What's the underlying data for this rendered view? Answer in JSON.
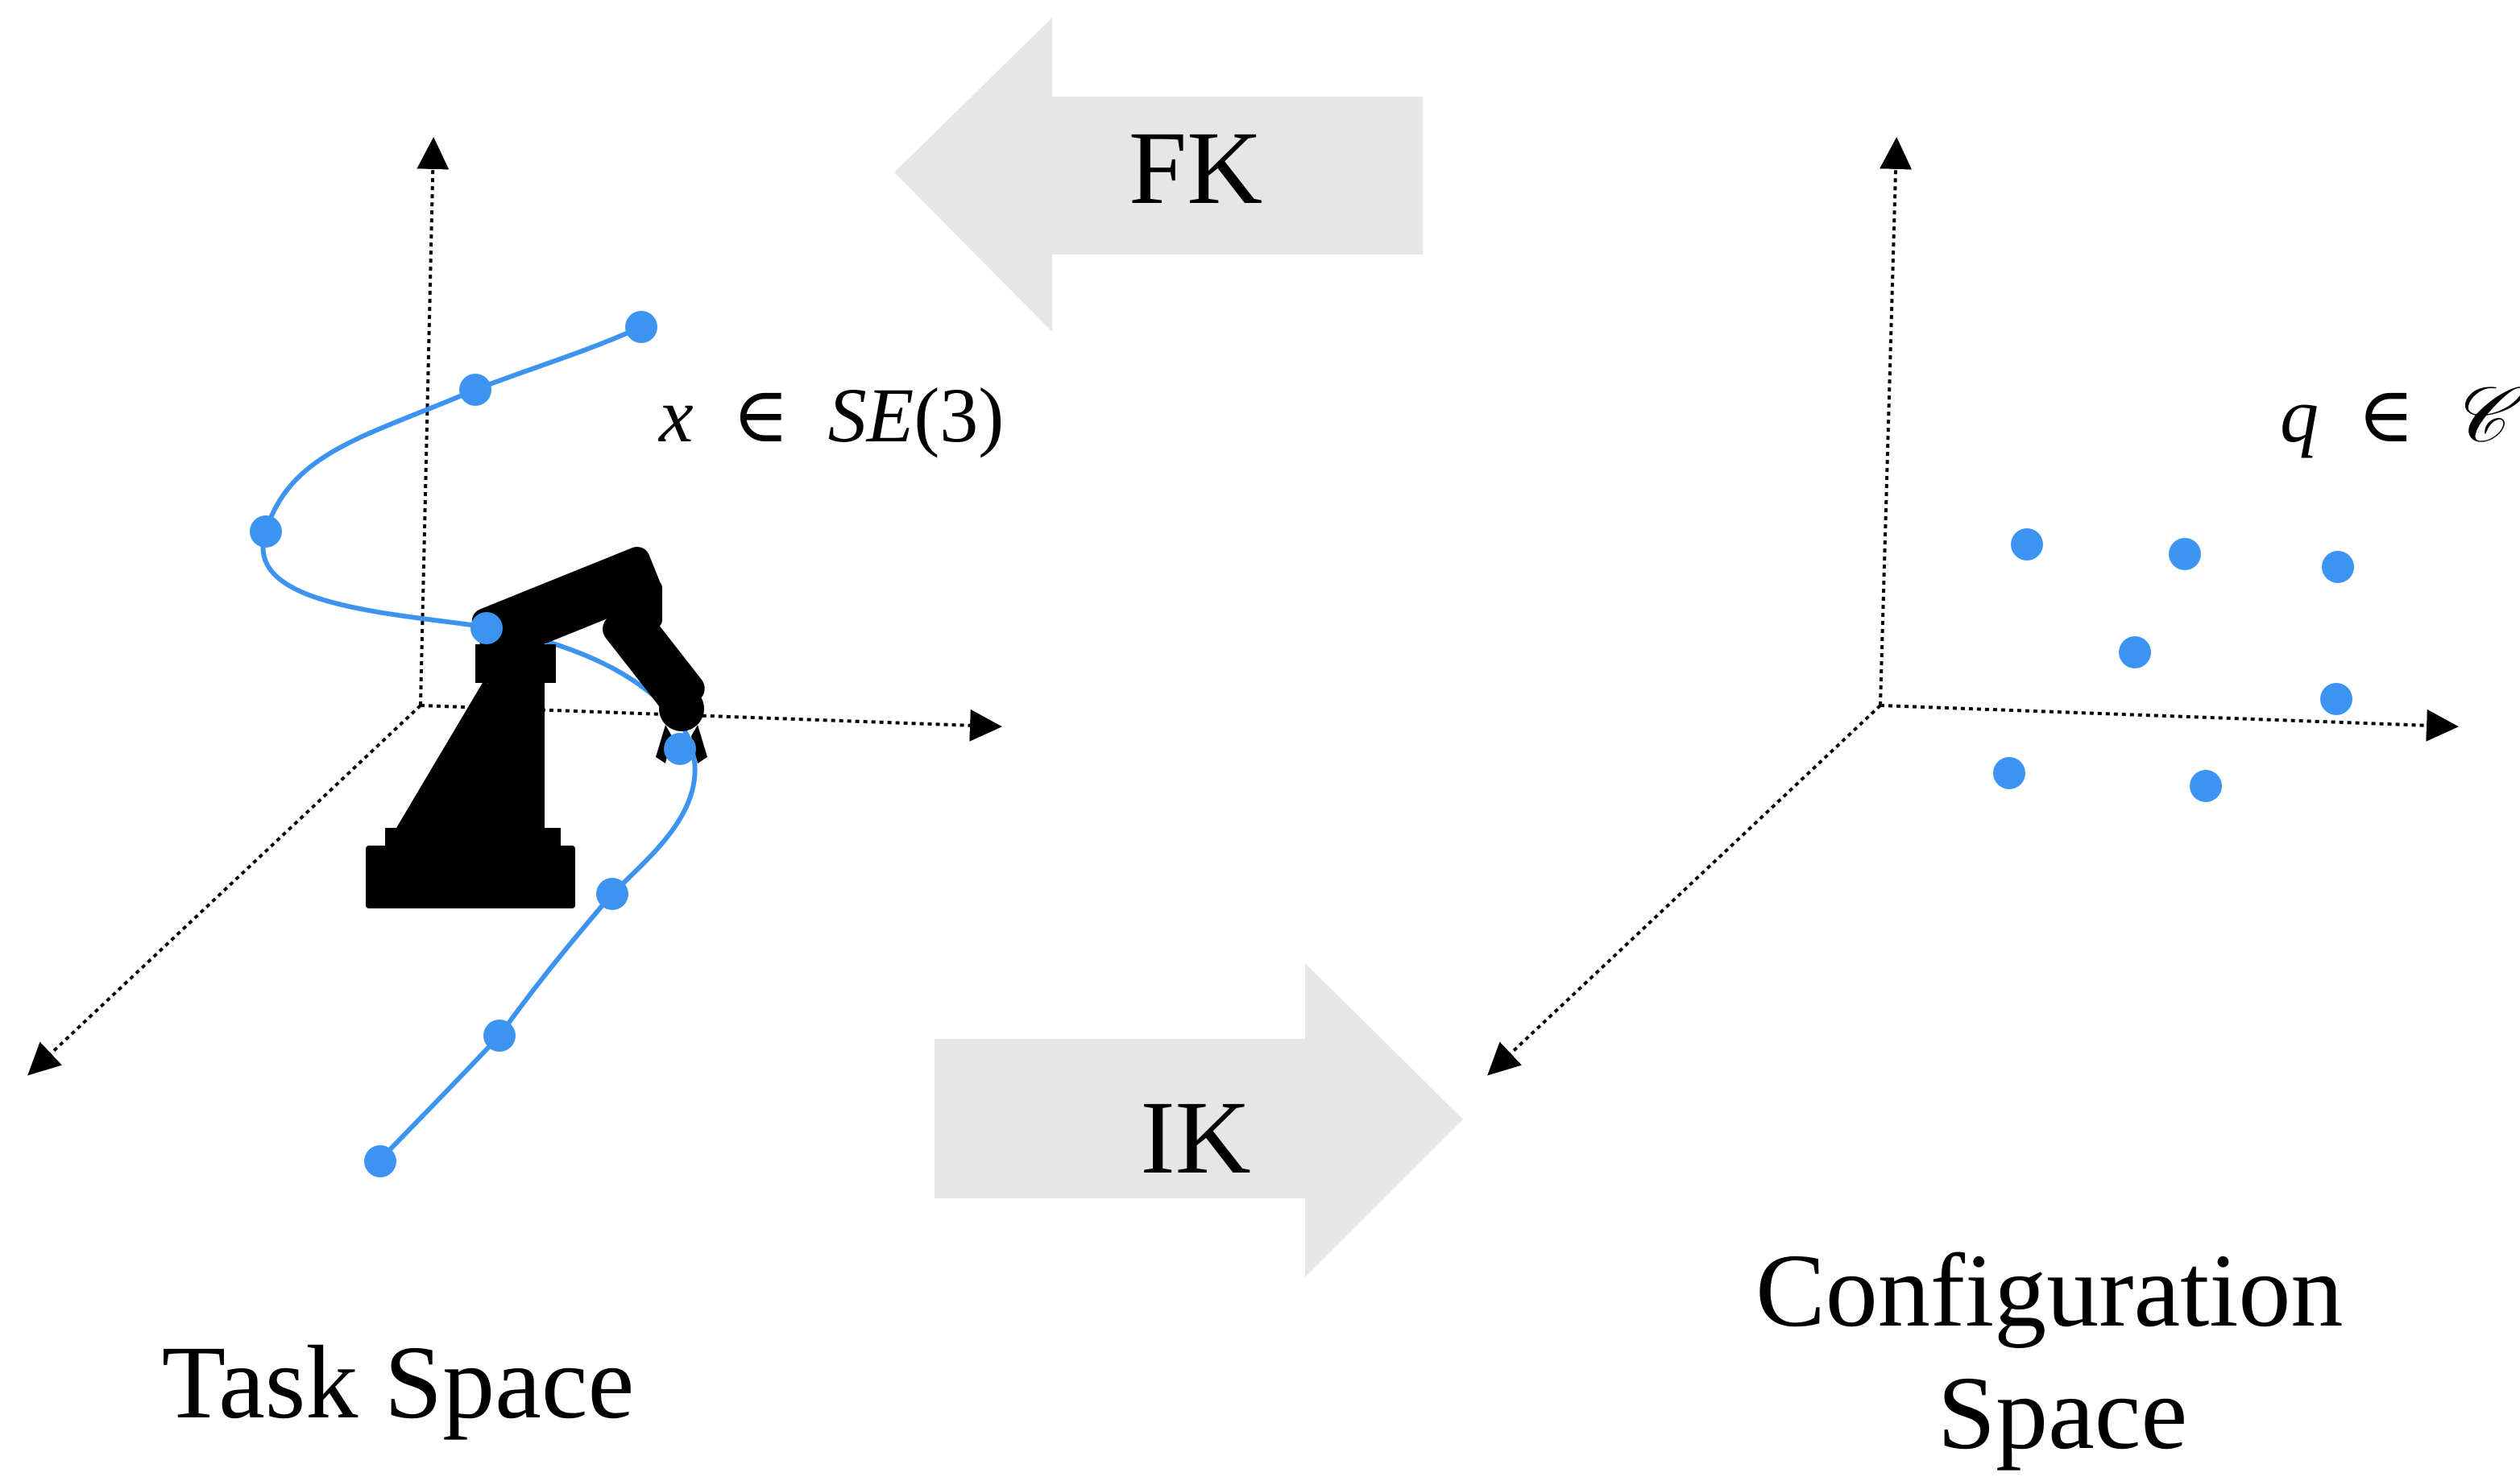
{
  "arrows": {
    "fk_label": "FK",
    "ik_label": "IK"
  },
  "task_space": {
    "label": "Task Space",
    "math_var": "x",
    "math_in": "∈",
    "math_set": "SE",
    "math_arg": "(3)"
  },
  "config_space": {
    "label_line1": "Configuration",
    "label_line2": "Space",
    "math_var": "q",
    "math_in": "∈",
    "math_set": "𝒞"
  },
  "colors": {
    "points": "#3d94f0",
    "arrow_fill": "#e6e6e6",
    "axis": "#000000",
    "robot": "#000000"
  }
}
